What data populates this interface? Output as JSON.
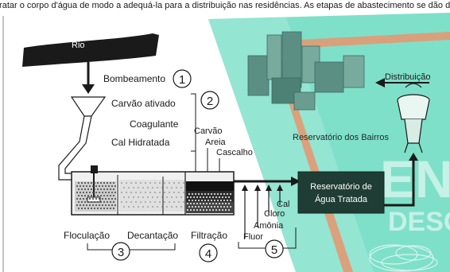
{
  "header_text": "tratar o corpo d'água de modo a adequá-la para a distribuição nas residências. As etapas de abastecimento se dão da seguinte forma.",
  "labels": {
    "rio": "Rio",
    "bombeamento": "Bombeamento",
    "carvao_ativado": "Carvão ativado",
    "coagulante": "Coagulante",
    "cal_hidratada": "Cal Hidratada",
    "carvao": "Carvão",
    "areia": "Areia",
    "cascalho": "Cascalho",
    "floculacao": "Floculação",
    "decantacao": "Decantação",
    "filtracao": "Filtração",
    "fluor": "Fluor",
    "amonia": "Amônia",
    "cloro": "Cloro",
    "cal": "Cal",
    "reservatorio_tratada_1": "Reservatório de",
    "reservatorio_tratada_2": "Água Tratada",
    "reservatorio_bairros": "Reservatório dos Bairros",
    "distribuicao": "Distribuição",
    "watermark_1": "EN",
    "watermark_2": "DESC"
  },
  "steps": [
    "1",
    "2",
    "3",
    "4",
    "5"
  ],
  "colors": {
    "teal_bg": "#7fe0c9",
    "teal_light": "#b9efe0",
    "orange_border": "#e8956e",
    "dark_box": "#1f3d34",
    "building": "#5c8f84",
    "river": "#1a1a1a"
  }
}
